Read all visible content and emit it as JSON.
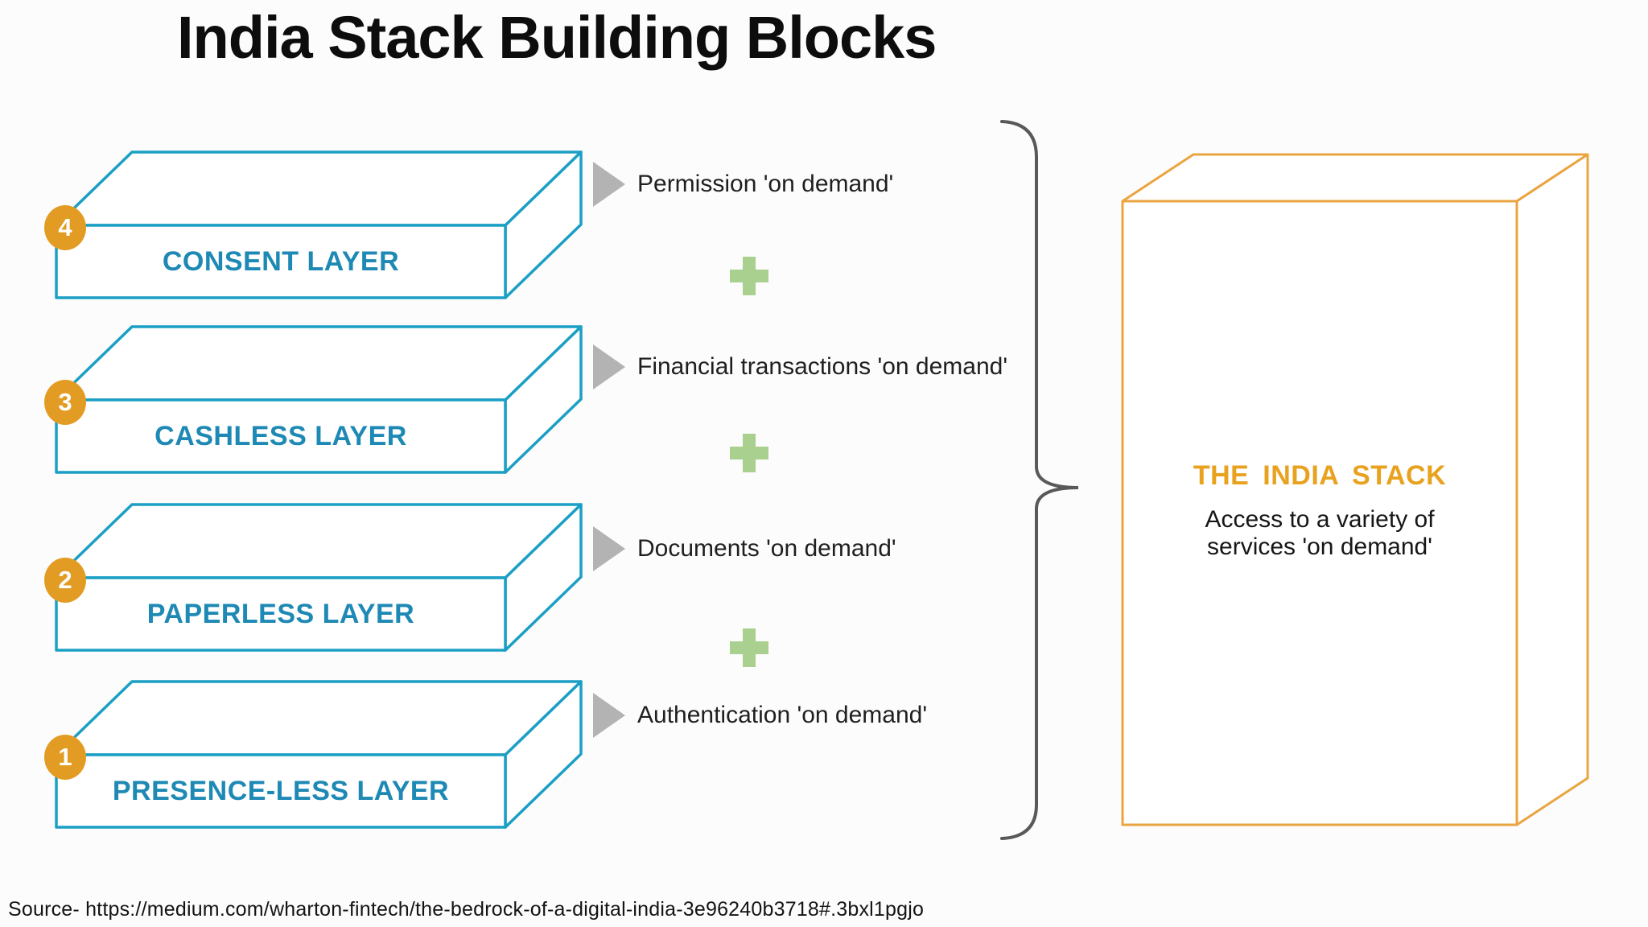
{
  "title": "India Stack Building Blocks",
  "layers": [
    {
      "number": "4",
      "label": "CONSENT LAYER",
      "output": "Permission 'on demand'"
    },
    {
      "number": "3",
      "label": "CASHLESS LAYER",
      "output": "Financial transactions 'on demand'"
    },
    {
      "number": "2",
      "label": "PAPERLESS LAYER",
      "output": "Documents 'on demand'"
    },
    {
      "number": "1",
      "label": "PRESENCE-LESS LAYER",
      "output": "Authentication 'on demand'"
    }
  ],
  "stack_box": {
    "title": "THE INDIA STACK",
    "subtitle_line1": "Access to a variety of",
    "subtitle_line2": "services 'on demand'"
  },
  "source": "Source- https://medium.com/wharton-fintech/the-bedrock-of-a-digital-india-3e96240b3718#.3bxl1pgjo",
  "icons": {
    "arrow": "gray-right-triangle",
    "plus": "green-plus",
    "brace": "right-curly-brace"
  },
  "colors": {
    "layer_outline": "#1b9fc4",
    "layer_label_text": "#1d89b4",
    "number_badge": "#e39c23",
    "stack_outline": "#eaa440",
    "stack_title_text": "#e8a21f",
    "plus_green": "#a9d08e",
    "arrow_gray": "#b3b3b3",
    "brace_gray": "#595959",
    "title_text": "#0d0d0d"
  }
}
